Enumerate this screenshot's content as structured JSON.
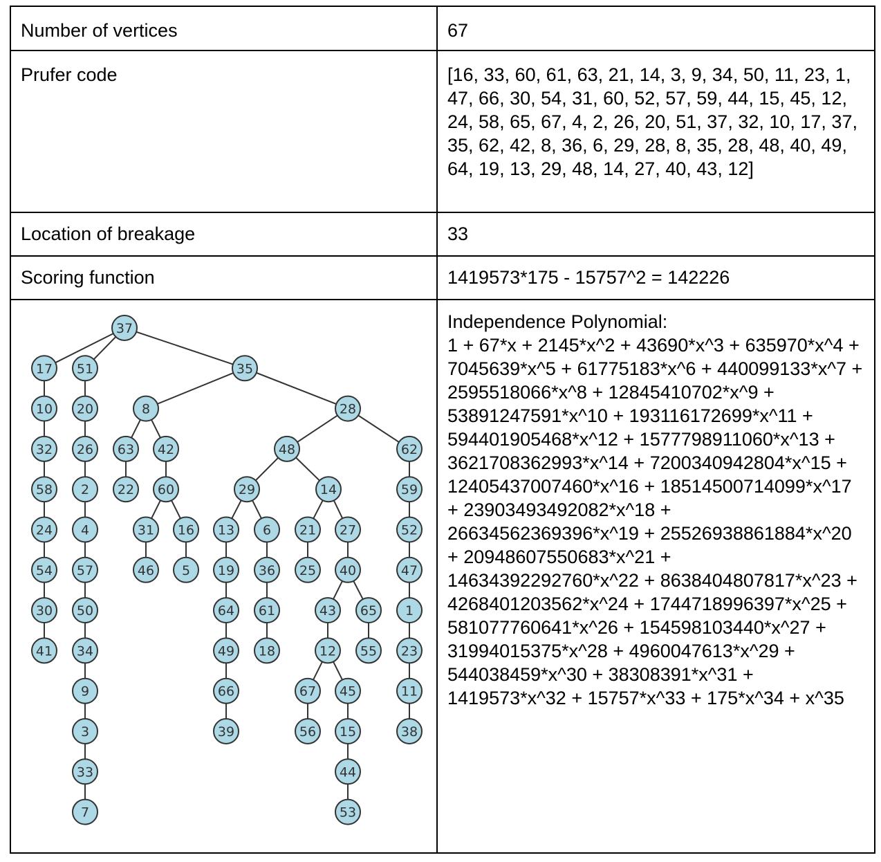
{
  "rows": [
    {
      "label": "Number of vertices",
      "value": "67"
    },
    {
      "label": "Prufer code",
      "value": "[16, 33, 60, 61, 63, 21, 14, 3, 9, 34, 50, 11, 23, 1, 47, 66, 30, 54, 31, 60, 52, 57, 59, 44, 15, 45, 12, 24, 58, 65, 67, 4, 2, 26, 20, 51, 37, 32, 10, 17, 37, 35, 62, 42, 8, 36, 6, 29, 28, 8, 35, 28, 48, 40, 49, 64, 19, 13, 29, 48, 14, 27, 40, 43, 12]"
    },
    {
      "label": "Location of breakage",
      "value": "33"
    },
    {
      "label": "Scoring function",
      "value": "1419573*175 - 15757^2 = 142226"
    }
  ],
  "polynomial": {
    "title": "Independence Polynomial:",
    "expression": "1 + 67*x + 2145*x^2 + 43690*x^3 + 635970*x^4 + 7045639*x^5 + 61775183*x^6 + 440099133*x^7 + 2595518066*x^8 + 12845410702*x^9 + 53891247591*x^10 + 193116172699*x^11 + 594401905468*x^12 + 1577798911060*x^13 + 3621708362993*x^14 + 7200340942804*x^15 + 12405437007460*x^16 + 18514500714099*x^17 + 23903493492082*x^18 + 26634562369396*x^19 + 25526938861884*x^20 + 20948607550683*x^21 + 14634392292760*x^22 + 8638404807817*x^23 + 4268401203562*x^24 + 1744718996397*x^25 + 581077760641*x^26 + 154598103440*x^27 + 31994015375*x^28 + 4960047613*x^29 + 544038459*x^30 + 38308391*x^31 + 1419573*x^32 + 15757*x^33 + 175*x^34 + x^35"
  },
  "tree": {
    "root": 37,
    "node_fill": "#add8e6",
    "edges": [
      [
        37,
        17
      ],
      [
        37,
        51
      ],
      [
        37,
        35
      ],
      [
        17,
        10
      ],
      [
        10,
        32
      ],
      [
        32,
        58
      ],
      [
        58,
        24
      ],
      [
        24,
        54
      ],
      [
        54,
        30
      ],
      [
        30,
        41
      ],
      [
        51,
        20
      ],
      [
        20,
        26
      ],
      [
        26,
        2
      ],
      [
        2,
        4
      ],
      [
        4,
        57
      ],
      [
        57,
        50
      ],
      [
        50,
        34
      ],
      [
        34,
        9
      ],
      [
        9,
        3
      ],
      [
        3,
        33
      ],
      [
        33,
        7
      ],
      [
        35,
        8
      ],
      [
        35,
        28
      ],
      [
        8,
        63
      ],
      [
        8,
        42
      ],
      [
        63,
        22
      ],
      [
        42,
        60
      ],
      [
        60,
        31
      ],
      [
        60,
        16
      ],
      [
        31,
        46
      ],
      [
        16,
        5
      ],
      [
        28,
        48
      ],
      [
        28,
        62
      ],
      [
        48,
        29
      ],
      [
        48,
        14
      ],
      [
        29,
        13
      ],
      [
        29,
        6
      ],
      [
        13,
        19
      ],
      [
        19,
        64
      ],
      [
        64,
        49
      ],
      [
        49,
        66
      ],
      [
        66,
        39
      ],
      [
        6,
        36
      ],
      [
        36,
        61
      ],
      [
        61,
        18
      ],
      [
        14,
        21
      ],
      [
        14,
        27
      ],
      [
        21,
        25
      ],
      [
        27,
        40
      ],
      [
        40,
        43
      ],
      [
        40,
        65
      ],
      [
        43,
        12
      ],
      [
        65,
        55
      ],
      [
        12,
        67
      ],
      [
        12,
        45
      ],
      [
        67,
        56
      ],
      [
        45,
        15
      ],
      [
        15,
        44
      ],
      [
        44,
        53
      ],
      [
        62,
        59
      ],
      [
        59,
        52
      ],
      [
        52,
        47
      ],
      [
        47,
        1
      ],
      [
        1,
        23
      ],
      [
        23,
        11
      ],
      [
        11,
        38
      ]
    ]
  }
}
